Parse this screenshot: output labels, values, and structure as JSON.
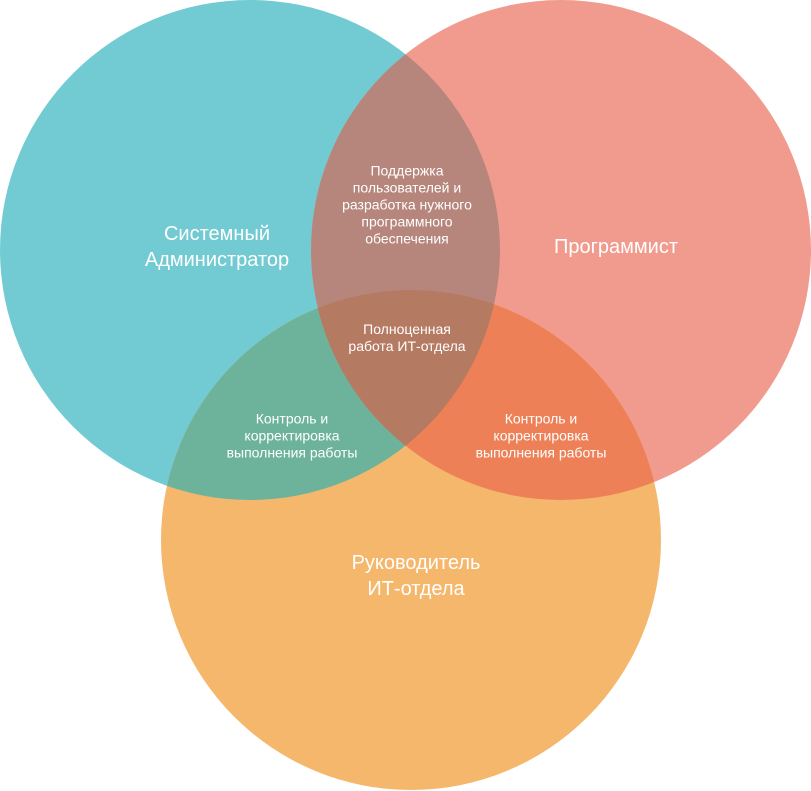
{
  "diagram": {
    "type": "venn-3",
    "colors": {
      "sysadmin": "#72CBD3",
      "programmer": "#F19B8E",
      "manager": "#F4B76C",
      "sysadmin_programmer": "#B6867C",
      "sysadmin_manager": "#6DB39B",
      "programmer_manager": "#EE8058",
      "all": "#B57A62",
      "text": "#FFFFFF"
    },
    "sets": [
      {
        "id": "sysadmin",
        "label_lines": [
          "Системный",
          "Администратор"
        ]
      },
      {
        "id": "programmer",
        "label_lines": [
          "Программист"
        ]
      },
      {
        "id": "manager",
        "label_lines": [
          "Руководитель",
          "ИТ-отдела"
        ]
      }
    ],
    "intersections": [
      {
        "id": "sysadmin_programmer",
        "sets": [
          "sysadmin",
          "programmer"
        ],
        "label_lines": [
          "Поддержка",
          "пользователей и",
          "разработка нужного",
          "программного",
          "обеспечения"
        ]
      },
      {
        "id": "all",
        "sets": [
          "sysadmin",
          "programmer",
          "manager"
        ],
        "label_lines": [
          "Полноценная",
          "работа ИТ-отдела"
        ]
      },
      {
        "id": "sysadmin_manager",
        "sets": [
          "sysadmin",
          "manager"
        ],
        "label_lines": [
          "Контроль и",
          "корректировка",
          "выполнения работы"
        ]
      },
      {
        "id": "programmer_manager",
        "sets": [
          "programmer",
          "manager"
        ],
        "label_lines": [
          "Контроль и",
          "корректировка",
          "выполнения работы"
        ]
      }
    ]
  }
}
